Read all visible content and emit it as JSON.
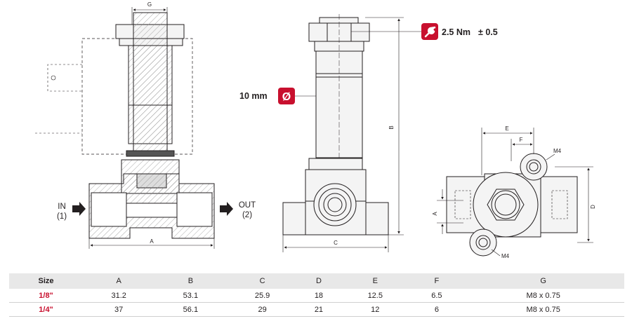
{
  "diagram": {
    "dim_labels": {
      "g": "G",
      "a": "A",
      "b": "B",
      "c": "C",
      "d": "D",
      "e": "E",
      "f": "F",
      "a_side": "A"
    },
    "ports": {
      "in_label": "IN",
      "in_num": "(1)",
      "out_label": "OUT",
      "out_num": "(2)"
    },
    "torque": {
      "value": "2.5 Nm",
      "tolerance": "± 0.5"
    },
    "diameter": {
      "value": "10 mm",
      "symbol": "Ø"
    },
    "threads": {
      "top": "M4",
      "bottom": "M4"
    },
    "colors": {
      "accent": "#c8102e",
      "line": "#231f20",
      "fill": "#f4f4f4"
    }
  },
  "table": {
    "headers": [
      "Size",
      "A",
      "B",
      "C",
      "D",
      "E",
      "F",
      "G"
    ],
    "rows": [
      [
        "1/8\"",
        "31.2",
        "53.1",
        "25.9",
        "18",
        "12.5",
        "6.5",
        "M8 x 0.75"
      ],
      [
        "1/4\"",
        "37",
        "56.1",
        "29",
        "21",
        "12",
        "6",
        "M8 x 0.75"
      ]
    ]
  }
}
